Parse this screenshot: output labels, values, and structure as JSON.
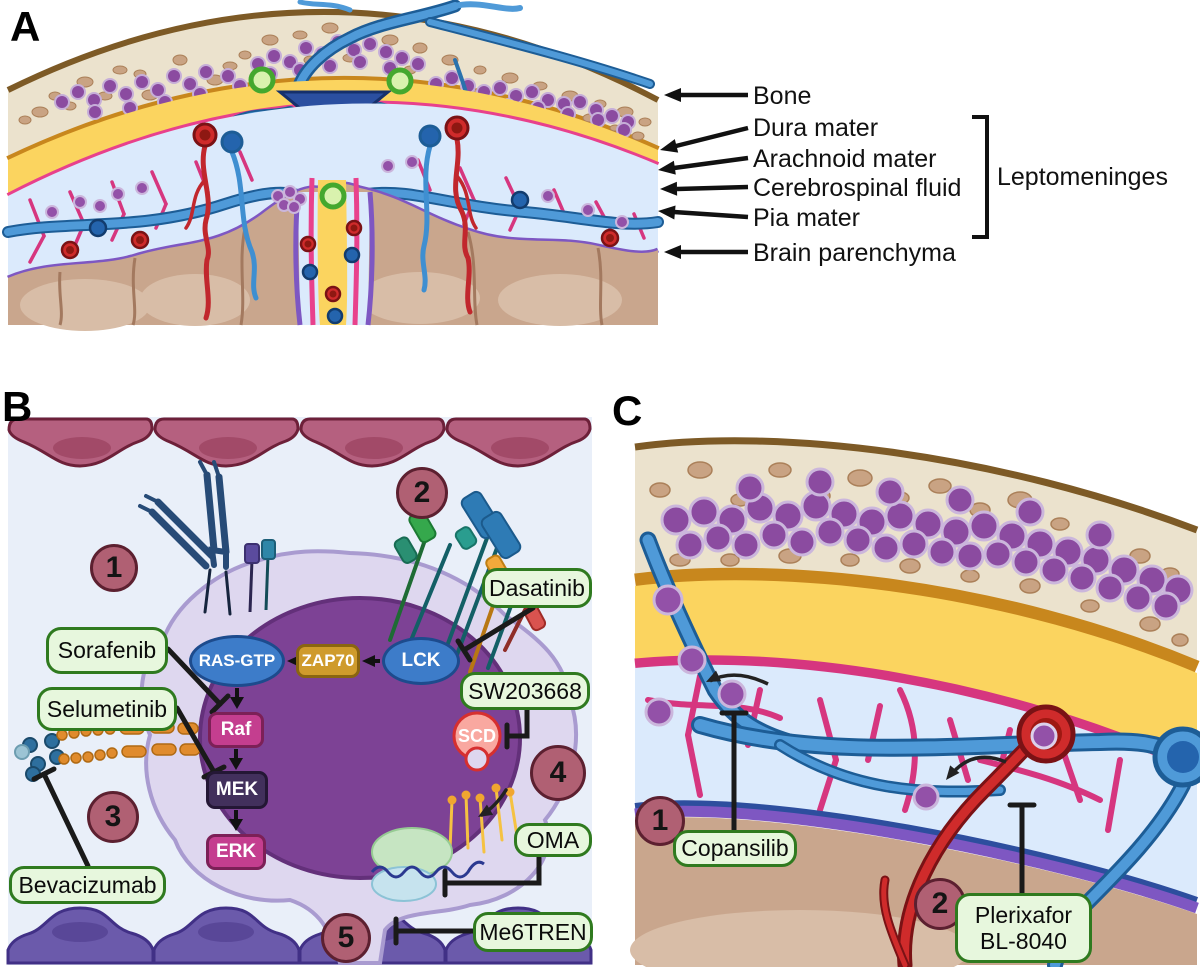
{
  "panels": {
    "a": {
      "letter": "A",
      "annotations": {
        "bone": "Bone",
        "dura": "Dura mater",
        "arachnoid": "Arachnoid mater",
        "csf": "Cerebrospinal fluid",
        "pia": "Pia mater",
        "brain": "Brain parenchyma"
      },
      "bracket_label": "Leptomeninges"
    },
    "b": {
      "letter": "B",
      "steps": [
        "1",
        "2",
        "3",
        "4",
        "5"
      ],
      "nodes": {
        "ras_gtp": "RAS-GTP",
        "zap70": "ZAP70",
        "lck": "LCK",
        "raf": "Raf",
        "mek": "MEK",
        "erk": "ERK",
        "scd": "SCD"
      },
      "drugs": {
        "sorafenib": "Sorafenib",
        "selumetinib": "Selumetinib",
        "dasatinib": "Dasatinib",
        "sw203668": "SW203668",
        "bevacizumab": "Bevacizumab",
        "oma": "OMA",
        "me6tren": "Me6TREN"
      }
    },
    "c": {
      "letter": "C",
      "steps": [
        "1",
        "2"
      ],
      "drugs": {
        "copansilib": "Copansilib",
        "plerixafor_line1": "Plerixafor",
        "plerixafor_line2": "BL-8040"
      }
    }
  },
  "colors": {
    "drug_box_bg": "#e7f7dd",
    "drug_box_border": "#2f7a1f",
    "step_circle_bg": "#b06073",
    "step_circle_border": "#5c2030",
    "node_blue": "#3d7cc9",
    "zap70_gold": "#cf9b2c",
    "raf_erk_magenta": "#c43e8f",
    "mek_purple": "#42305c",
    "scd_salmon": "#f9a8a0",
    "dura_yellow": "#fbd45f",
    "arachnoid_pink": "#e8418c",
    "csf_blue": "#dbeafc",
    "pia_purple": "#7e57c2",
    "bone_beige": "#ebe2cd",
    "brain_tan": "#c9a68d",
    "tumor_cell_purple": "#8b4ba0",
    "vein_blue": "#4f9ad8",
    "artery_red": "#cf2b2b"
  }
}
